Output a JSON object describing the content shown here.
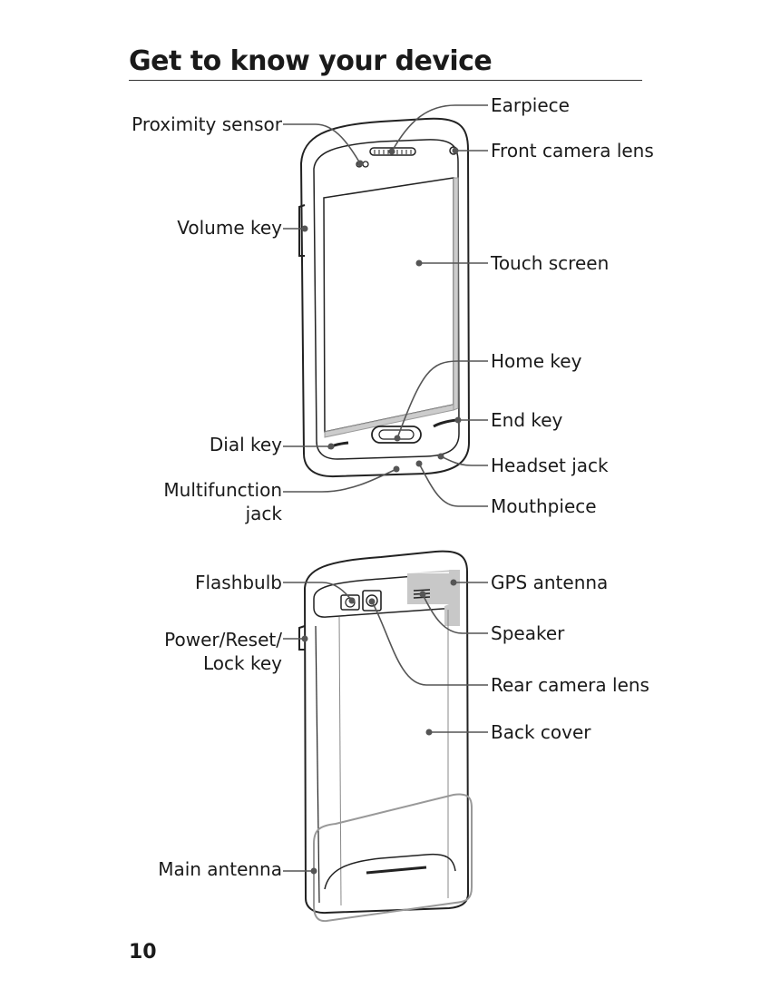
{
  "page": {
    "title": "Get to know your device",
    "page_number": "10"
  },
  "front_labels": {
    "proximity_sensor": "Proximity sensor",
    "earpiece": "Earpiece",
    "front_camera_lens": "Front camera lens",
    "volume_key": "Volume key",
    "touch_screen": "Touch screen",
    "home_key": "Home key",
    "end_key": "End key",
    "dial_key": "Dial key",
    "headset_jack": "Headset jack",
    "multifunction_jack_1": "Multifunction",
    "multifunction_jack_2": "jack",
    "mouthpiece": "Mouthpiece"
  },
  "back_labels": {
    "flashbulb": "Flashbulb",
    "gps_antenna": "GPS antenna",
    "power_key_1": "Power/Reset/",
    "power_key_2": "Lock key",
    "speaker": "Speaker",
    "rear_camera_lens": "Rear camera lens",
    "back_cover": "Back cover",
    "main_antenna": "Main antenna"
  }
}
